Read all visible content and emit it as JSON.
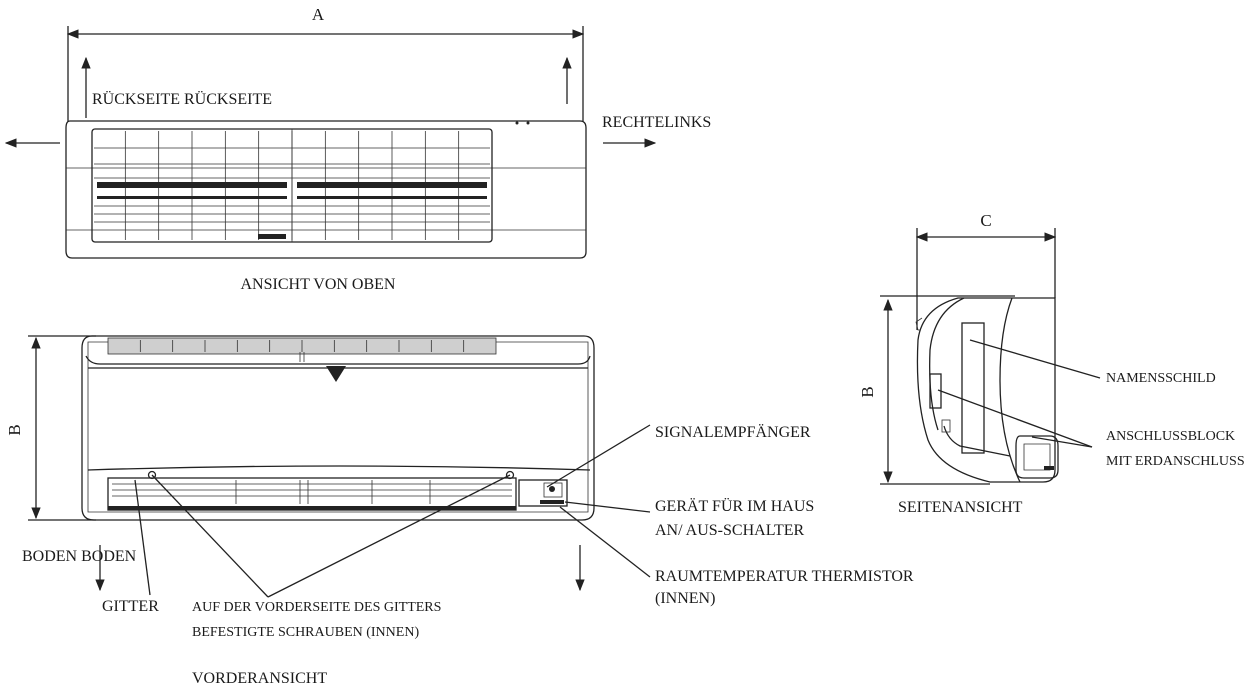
{
  "dimensions": {
    "width_label": "A",
    "height_label": "B",
    "depth_label": "C"
  },
  "top_view": {
    "rear_label": "RÜCKSEITE RÜCKSEITE",
    "right_left_label": "RECHTELINKS",
    "caption": "ANSICHT VON OBEN"
  },
  "front_view": {
    "signal_receiver": "SIGNALEMPFÄNGER",
    "indoor_unit_line1": "GERÄT FÜR IM HAUS",
    "indoor_unit_line2": "AN/ AUS-SCHALTER",
    "thermistor_line1": "RAUMTEMPERATUR THERMISTOR",
    "thermistor_line2": "(INNEN)",
    "floor_label": "BODEN BODEN",
    "grille_label": "GITTER",
    "screws_line1": "AUF DER VORDERSEITE DES GITTERS",
    "screws_line2": "BEFESTIGTE SCHRAUBEN (INNEN)",
    "caption": "VORDERANSICHT"
  },
  "side_view": {
    "name_plate": "NAMENSSCHILD",
    "terminal_line1": "ANSCHLUSSBLOCK",
    "terminal_line2": "MIT ERDANSCHLUSS",
    "caption": "SEITENANSICHT"
  }
}
